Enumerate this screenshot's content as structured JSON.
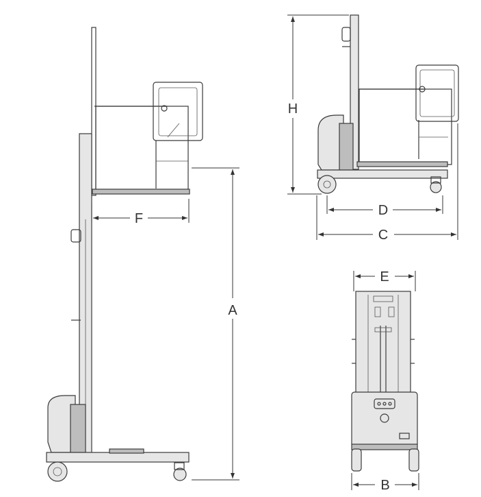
{
  "dimension_labels": {
    "A": "A",
    "B": "B",
    "C": "C",
    "D": "D",
    "E": "E",
    "F": "F",
    "H": "H"
  }
}
